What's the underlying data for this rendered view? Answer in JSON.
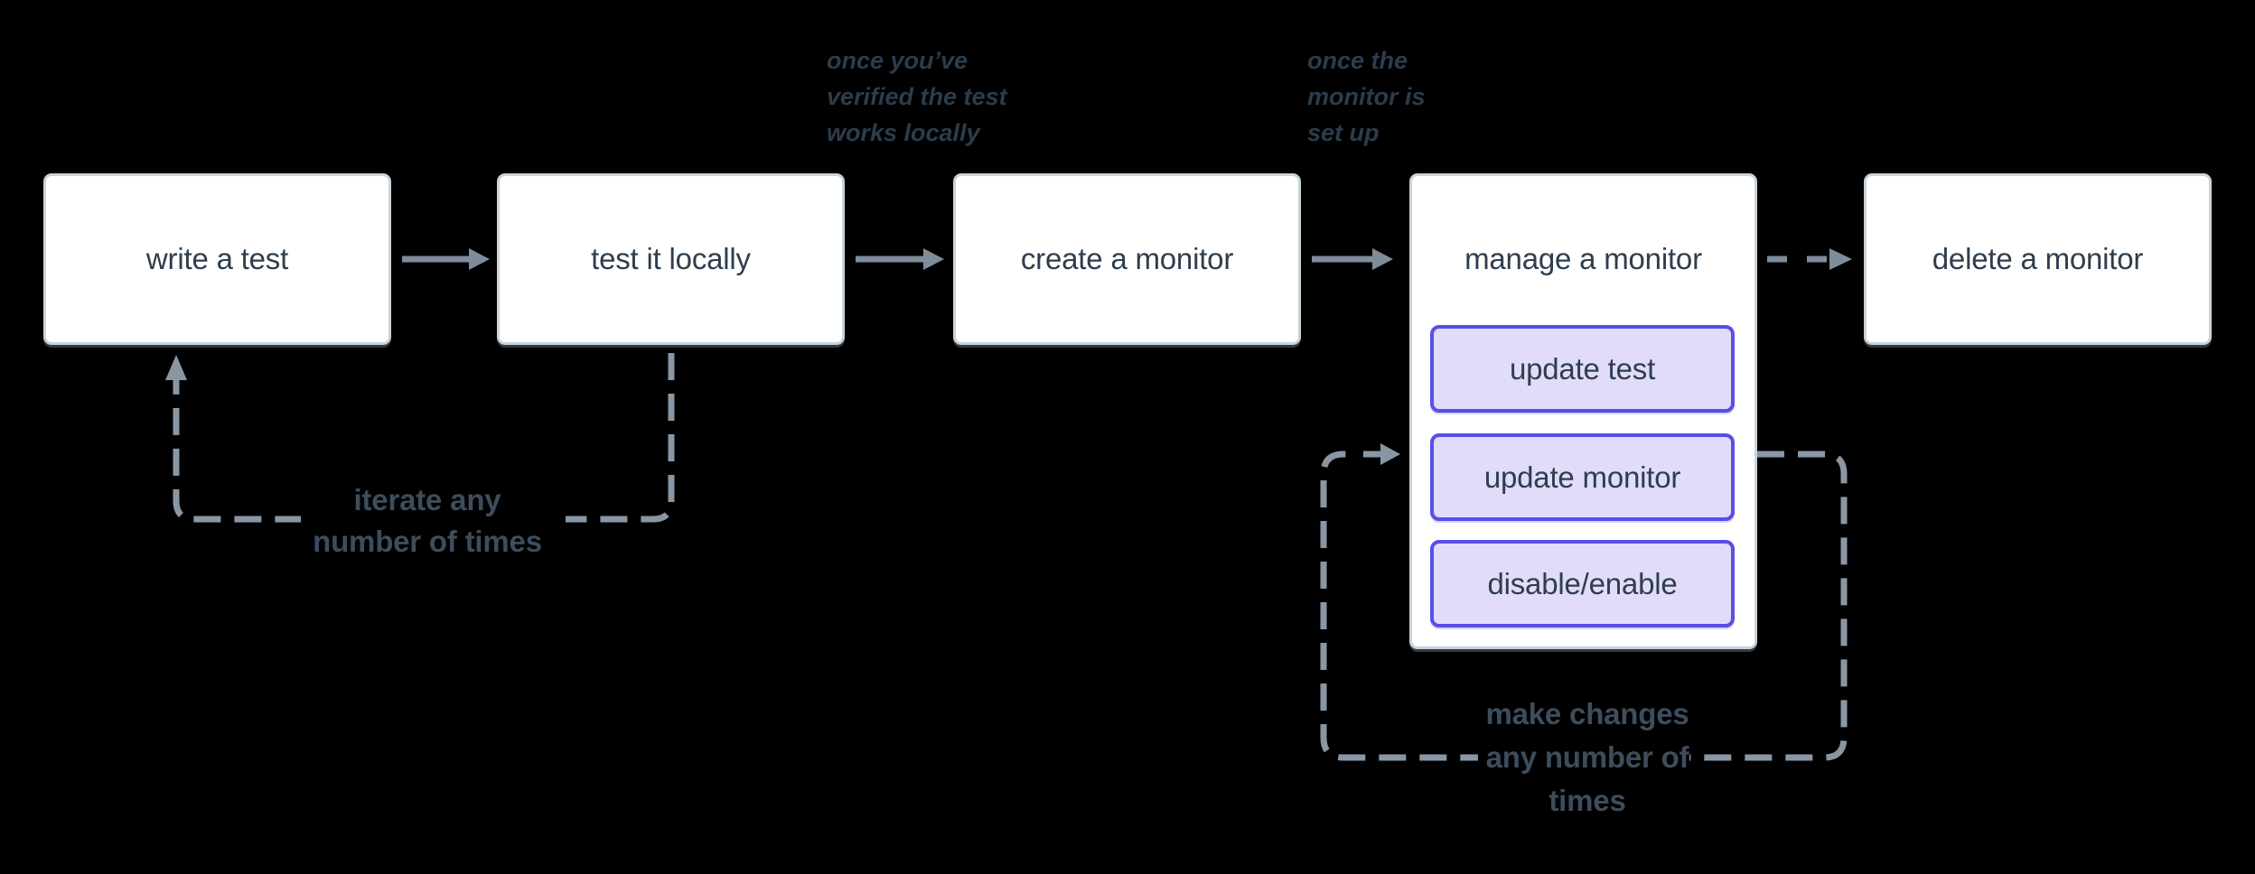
{
  "diagram": {
    "background": "#000000",
    "nodes": [
      {
        "id": "write-test",
        "label": "write a test"
      },
      {
        "id": "test-locally",
        "label": "test it locally"
      },
      {
        "id": "create-monitor",
        "label": "create a monitor"
      },
      {
        "id": "manage-monitor",
        "label": "manage a monitor",
        "children": [
          {
            "id": "update-test",
            "label": "update test"
          },
          {
            "id": "update-monitor",
            "label": "update monitor"
          },
          {
            "id": "disable-enable",
            "label": "disable/enable"
          }
        ]
      },
      {
        "id": "delete-monitor",
        "label": "delete a monitor"
      }
    ],
    "annotations": {
      "verified_locally": "once you’ve\nverified the test\nworks locally",
      "monitor_setup": "once the\nmonitor is\nset up"
    },
    "loop_labels": {
      "iterate": "iterate any\nnumber of times",
      "make_changes": "make changes\nany number of\ntimes"
    },
    "colors": {
      "node_fill": "#ffffff",
      "node_border": "#c9d3db",
      "node_text": "#2e3e4e",
      "subnode_fill": "#e0dcf9",
      "subnode_border": "#5a4ee6",
      "solid_arrow": "#7e8c9b",
      "dashed_line": "#8997a5",
      "annotation_text": "#2d3c4b",
      "loop_label_text": "#3d4d5c"
    }
  }
}
